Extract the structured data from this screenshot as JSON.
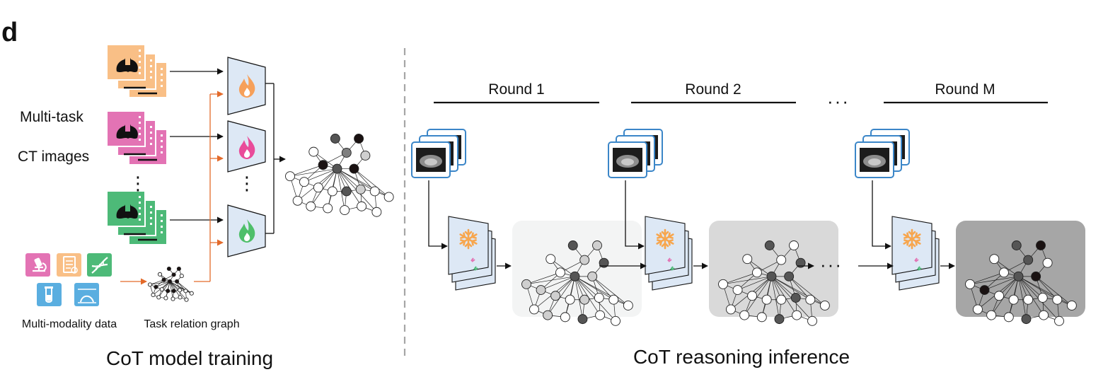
{
  "panel_letter": "d",
  "left": {
    "input_label_line1": "Multi-task",
    "input_label_line2": "CT images",
    "modality_caption": "Multi-modality data",
    "graph_caption": "Task relation graph",
    "section_title": "CoT model training",
    "vertical_ellipsis": "⋮"
  },
  "right": {
    "section_title": "CoT reasoning inference",
    "rounds": [
      {
        "label": "Round 1"
      },
      {
        "label": "Round 2"
      },
      {
        "label": "Round M"
      }
    ],
    "ellipsis": "···"
  },
  "colors": {
    "orange": "#f9bf86",
    "pink": "#e373b4",
    "green": "#4dba78",
    "light_blue": "#dde8f5",
    "box_blue": "#3b86c8",
    "arrow_orange": "#e36a2a",
    "panel_round1": "#f3f4f4",
    "panel_round2": "#d9d9d9",
    "panel_round3": "#a6a6a6"
  },
  "icons": {
    "fire": "fire-icon",
    "snowflake": "snowflake-icon",
    "dna": "dna-icon",
    "microscope": "microscope-icon",
    "document": "document-icon",
    "test_tube": "test-tube-icon",
    "ultrasound": "ultrasound-icon"
  }
}
